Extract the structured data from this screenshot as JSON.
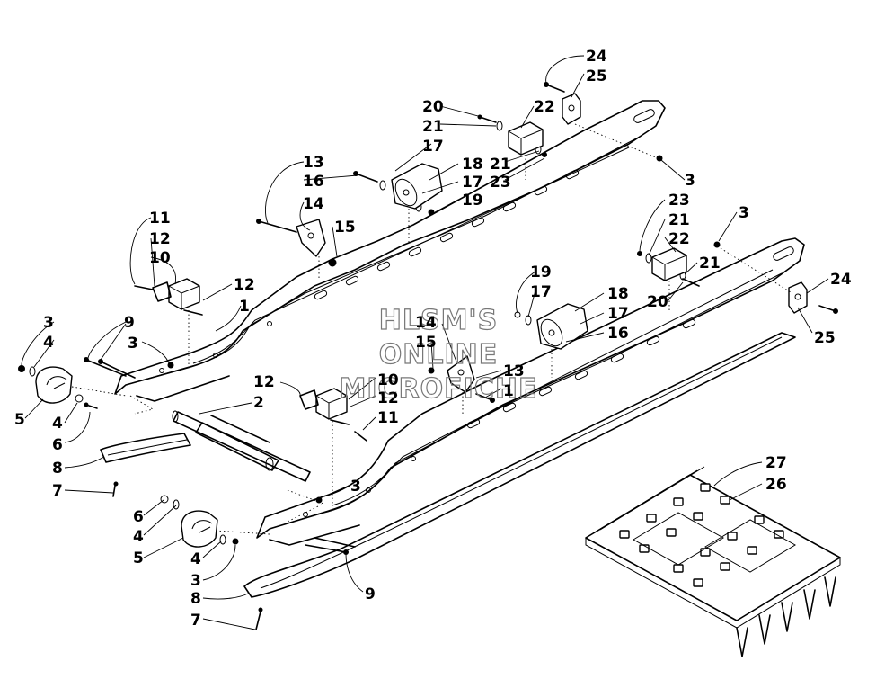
{
  "watermark": [
    "HLSM'S",
    "ONLINE",
    "MICROFICHE"
  ],
  "callouts": [
    "1",
    "2",
    "3",
    "4",
    "5",
    "6",
    "7",
    "8",
    "9",
    "10",
    "11",
    "12",
    "13",
    "14",
    "15",
    "16",
    "17",
    "18",
    "19",
    "20",
    "21",
    "22",
    "23",
    "24",
    "25",
    "26",
    "27"
  ]
}
